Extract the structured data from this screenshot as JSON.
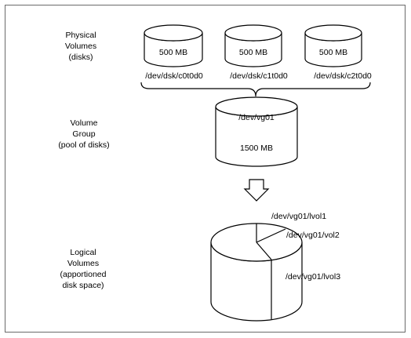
{
  "physical_volumes": {
    "label_lines": [
      "Physical",
      "Volumes",
      "(disks)"
    ],
    "disks": [
      {
        "size": "500 MB",
        "device": "/dev/dsk/c0t0d0"
      },
      {
        "size": "500 MB",
        "device": "/dev/dsk/c1t0d0"
      },
      {
        "size": "500 MB",
        "device": "/dev/dsk/c2t0d0"
      }
    ]
  },
  "volume_group": {
    "label_lines": [
      "Volume",
      "Group",
      "(pool of disks)"
    ],
    "name": "/dev/vg01",
    "size": "1500 MB"
  },
  "logical_volumes": {
    "label_lines": [
      "Logical",
      "Volumes",
      "(apportioned",
      "disk space)"
    ],
    "volumes": [
      "/dev/vg01/lvol1",
      "/dev/vg01/vol2",
      "/dev/vg01/lvol3"
    ]
  }
}
